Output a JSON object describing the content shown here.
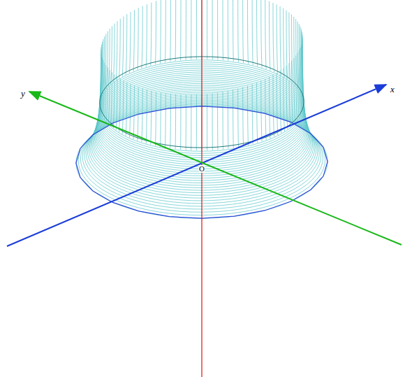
{
  "diagram": {
    "labels": [
      "y",
      "x",
      "O"
    ]
  }
}
